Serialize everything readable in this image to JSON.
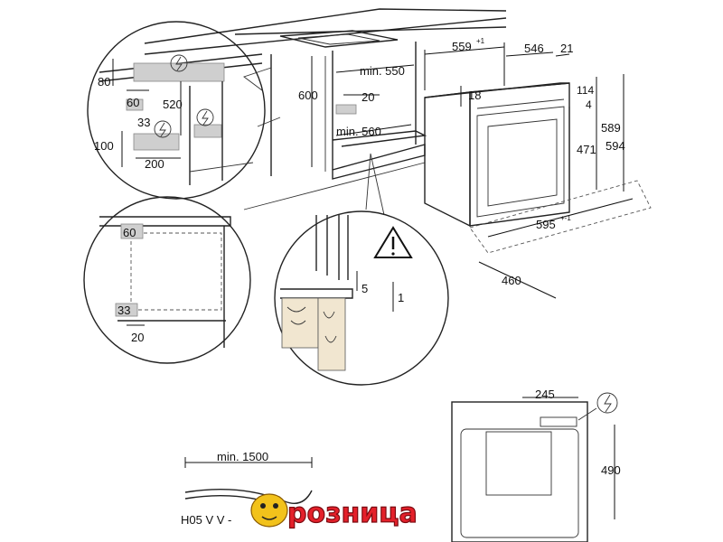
{
  "labels": {
    "d_80": "80",
    "d_60_top": "60",
    "d_520": "520",
    "d_33_top": "33",
    "d_100": "100",
    "d_200": "200",
    "d_600": "600",
    "d_min550": "min. 550",
    "d_20_top": "20",
    "d_min560": "min. 560",
    "d_559": "559",
    "d_559_tol": "+1",
    "d_546": "546",
    "d_21": "21",
    "d_18": "18",
    "d_114": "114",
    "d_4": "4",
    "d_589": "589",
    "d_594": "594",
    "d_471": "471",
    "d_595": "595",
    "d_595_tol": "+-1",
    "d_460": "460",
    "d_60_side": "60",
    "d_33_side": "33",
    "d_20_side": "20",
    "d_5": "5",
    "d_1": "1",
    "d_245": "245",
    "d_490": "490",
    "cable_min": "min. 1500",
    "cable_type": "H05 V V -"
  },
  "icons": {
    "power": "power-plug-symbol",
    "warning": "warning-triangle"
  },
  "watermark": {
    "text": "розница"
  },
  "colors": {
    "line": "#222222",
    "shade": "#cfcfcf",
    "logo_red": "#e4202a",
    "logo_yellow": "#f2c21b"
  }
}
